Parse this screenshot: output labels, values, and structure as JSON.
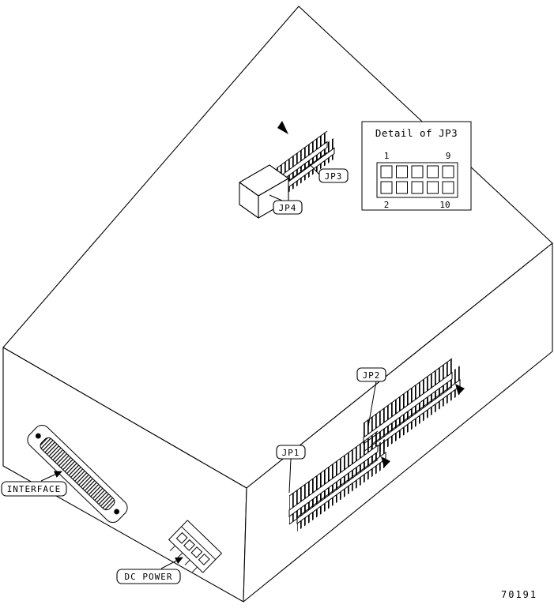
{
  "diagram": {
    "figure_number": "70191",
    "callouts": {
      "jp1": "JP1",
      "jp2": "JP2",
      "jp3": "JP3",
      "jp4": "JP4",
      "interface": "INTERFACE",
      "dc_power": "DC POWER"
    },
    "detail_inset": {
      "title": "Detail of JP3",
      "grid": {
        "rows": 2,
        "cols": 5
      },
      "pin_labels": {
        "top_left": "1",
        "top_right": "9",
        "bottom_left": "2",
        "bottom_right": "10"
      }
    },
    "colors": {
      "line": "#000000",
      "background": "#ffffff"
    }
  }
}
